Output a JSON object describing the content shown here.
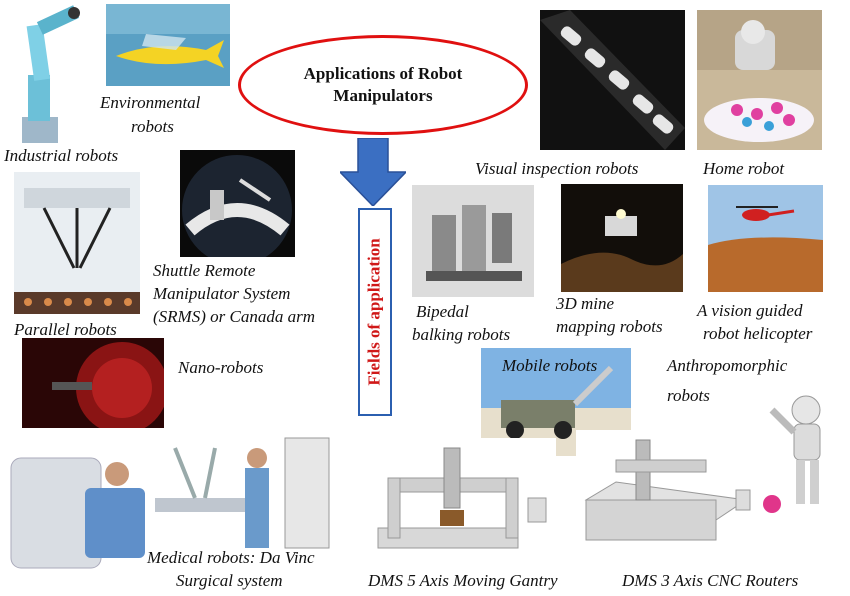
{
  "title": {
    "line1": "Applications of Robot",
    "line2": "Manipulators"
  },
  "fields_label": "Fields of application",
  "labels": {
    "industrial": "Industrial robots",
    "environmental_1": "Environmental",
    "environmental_2": "robots",
    "visual_inspection": "Visual inspection robots",
    "home": "Home robot",
    "parallel": "Parallel robots",
    "shuttle_1": "Shuttle Remote",
    "shuttle_2": "Manipulator  System",
    "shuttle_3": "(SRMS) or Canada arm",
    "bipedal_1": "Bipedal",
    "bipedal_2": "balking robots",
    "mine_1": "3D mine",
    "mine_2": "mapping robots",
    "heli_1": "A vision guided",
    "heli_2": "robot helicopter",
    "nano": "Nano-robots",
    "mobile": "Mobile robots",
    "anthro_1": "Anthropomorphic",
    "anthro_2": "robots",
    "medical_1": "Medical  robots: Da Vinc",
    "medical_2": "Surgical  system",
    "gantry": "DMS 5 Axis Moving Gantry",
    "cnc": "DMS 3 Axis CNC Routers"
  },
  "colors": {
    "ellipse": "#e01010",
    "arrow": "#3b6fc2",
    "fields_text": "#d01818",
    "fields_border": "#2b5fb0"
  }
}
